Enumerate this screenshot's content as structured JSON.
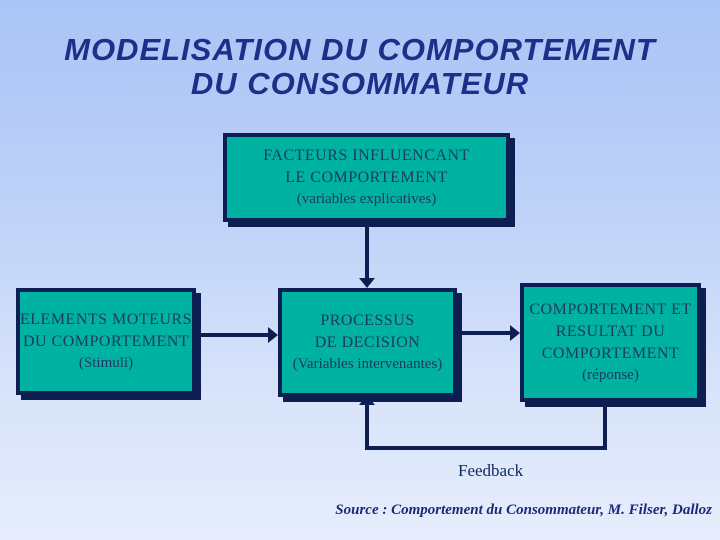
{
  "slide": {
    "title": {
      "line1": "MODELISATION DU COMPORTEMENT",
      "line2": "DU CONSOMMATEUR"
    },
    "boxes": {
      "factors": {
        "line1": "FACTEURS INFLUENCANT",
        "line2": "LE COMPORTEMENT",
        "note": "(variables explicatives)"
      },
      "stimuli": {
        "line1": "ELEMENTS MOTEURS",
        "line2": "DU COMPORTEMENT",
        "note": "(Stimuli)"
      },
      "process": {
        "line1": "PROCESSUS",
        "line2": "DE DECISION",
        "note": "(Variables intervenantes)"
      },
      "response": {
        "line1": "COMPORTEMENT ET",
        "line2": "RESULTAT DU",
        "line3": "COMPORTEMENT",
        "note": "(réponse)"
      }
    },
    "feedback_label": "Feedback",
    "source": "Source : Comportement du Consommateur, M. Filser, Dalloz",
    "colors": {
      "background_top": "#a9c4f6",
      "background_bottom": "#e6edfc",
      "box_fill": "#00b2a2",
      "box_border": "#0d1e52",
      "box_text": "#1c3a63",
      "title_text": "#1e2f8a",
      "feedback_text": "#102a60",
      "source_text": "#1a2a7a"
    }
  }
}
